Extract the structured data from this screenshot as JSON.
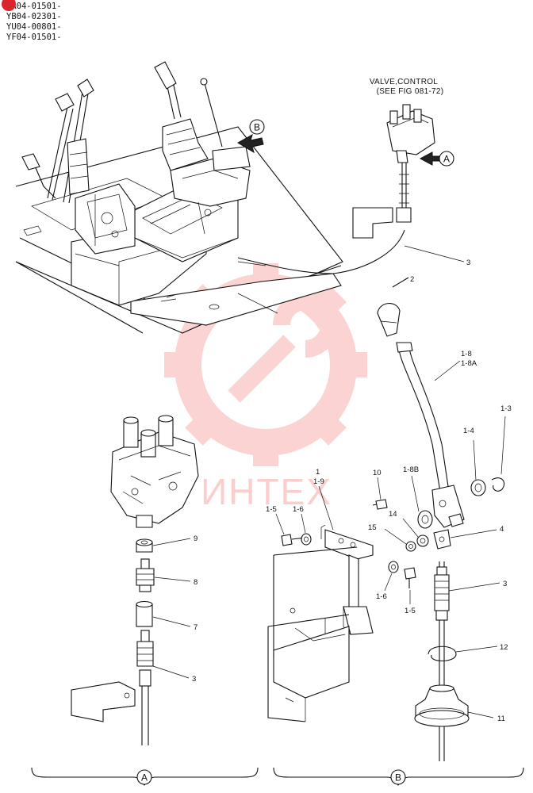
{
  "header": {
    "badge_text": "",
    "serial_lines": [
      "LA04-01501-",
      "YB04-02301-",
      "YU04-00801-",
      "YF04-01501-"
    ]
  },
  "notes": {
    "valve_line1": "VALVE,CONTROL",
    "valve_line2": "(SEE FIG 081-72)"
  },
  "callouts": {
    "a": "A",
    "b": "B"
  },
  "part_labels": {
    "p2": "2",
    "p3_top": "3",
    "p1_8": "1-8",
    "p1_8a": "1-8A",
    "p1_3": "1-3",
    "p1_4": "1-4",
    "p1_8b": "1-8B",
    "p10": "10",
    "p1": "1",
    "p1_9": "1-9",
    "p1_5_left": "1-5",
    "p1_6_left": "1-6",
    "p14": "14",
    "p15": "15",
    "p4": "4",
    "p1_6_right": "1-6",
    "p1_5_right": "1-5",
    "p3_right": "3",
    "p12": "12",
    "p11": "11",
    "p9": "9",
    "p8": "8",
    "p7": "7",
    "p3_left": "3"
  },
  "watermark": {
    "text": "ИНТЕХ",
    "color": "#f03c3c"
  },
  "colors": {
    "line": "#111111",
    "watermark": "#f03c3c",
    "badge": "#d9262c"
  }
}
